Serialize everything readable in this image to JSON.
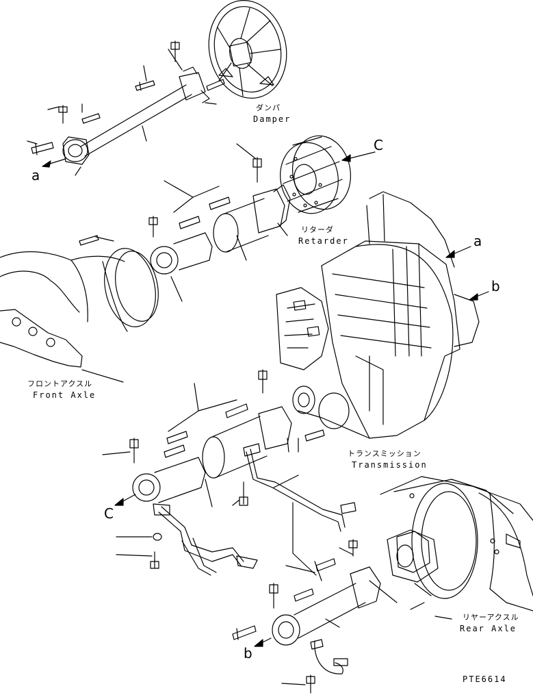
{
  "labels": {
    "damper": {
      "jp": "ダンパ",
      "en": "Damper"
    },
    "retarder": {
      "jp": "リターダ",
      "en": "Retarder"
    },
    "front_axle": {
      "jp": "フロントアクスル",
      "en": "Front Axle"
    },
    "transmission": {
      "jp": "トランスミッション",
      "en": "Transmission"
    },
    "rear_axle": {
      "jp": "リヤーアクスル",
      "en": "Rear Axle"
    }
  },
  "refs": {
    "a_left": "a",
    "a_right": "a",
    "b_right": "b",
    "b_bottom": "b",
    "c_top": "C",
    "c_left": "C"
  },
  "drawing_code": "PTE6614",
  "colors": {
    "line": "#000000",
    "background": "#ffffff"
  }
}
